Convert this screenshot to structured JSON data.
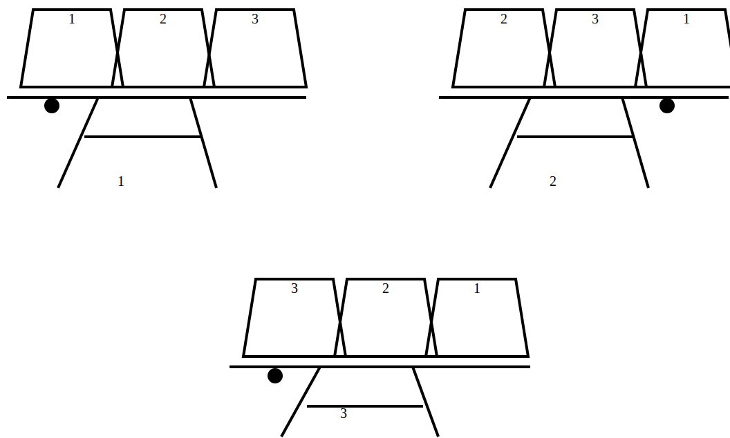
{
  "diagram": {
    "nodes": [
      {
        "text": [
          "1"
        ]
      },
      {
        "text": [
          "2"
        ]
      },
      {
        "text": [
          "3"
        ]
      },
      {
        "text": [
          "2"
        ]
      },
      {
        "text": [
          "3"
        ]
      },
      {
        "text": [
          "1"
        ]
      },
      {
        "text": [
          "3"
        ]
      },
      {
        "text": [
          "2"
        ]
      },
      {
        "text": [
          "1"
        ]
      }
    ],
    "labels": [
      "1",
      "2",
      "3"
    ]
  }
}
